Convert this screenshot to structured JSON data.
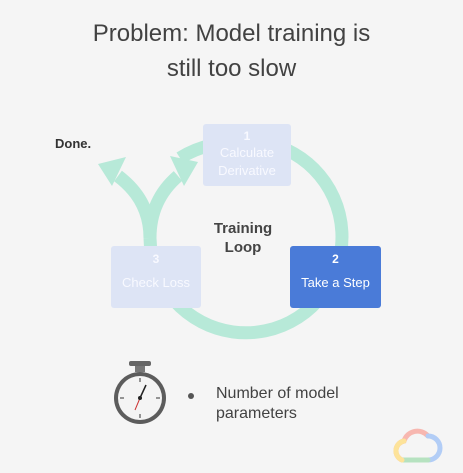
{
  "title": {
    "line1": "Problem: Model training is",
    "line2": "still too slow"
  },
  "done_label": "Done.",
  "loop_label": {
    "line1": "Training",
    "line2": "Loop"
  },
  "steps": [
    {
      "number": "1",
      "label_line1": "Calculate",
      "label_line2": "Derivative",
      "state": "faded"
    },
    {
      "number": "2",
      "label_line1": "Take a Step",
      "label_line2": "",
      "state": "active"
    },
    {
      "number": "3",
      "label_line1": "Check Loss",
      "label_line2": "",
      "state": "faded"
    }
  ],
  "bullet": {
    "line1": "Number of model",
    "line2": "parameters"
  },
  "colors": {
    "background": "#f5f5f5",
    "loop_arrow": "#b7e9d8",
    "active_box": "#4a7bd8",
    "faded_box": "#dde4f5"
  },
  "icons": {
    "timer": "stopwatch-icon",
    "logo": "google-cloud-logo"
  }
}
